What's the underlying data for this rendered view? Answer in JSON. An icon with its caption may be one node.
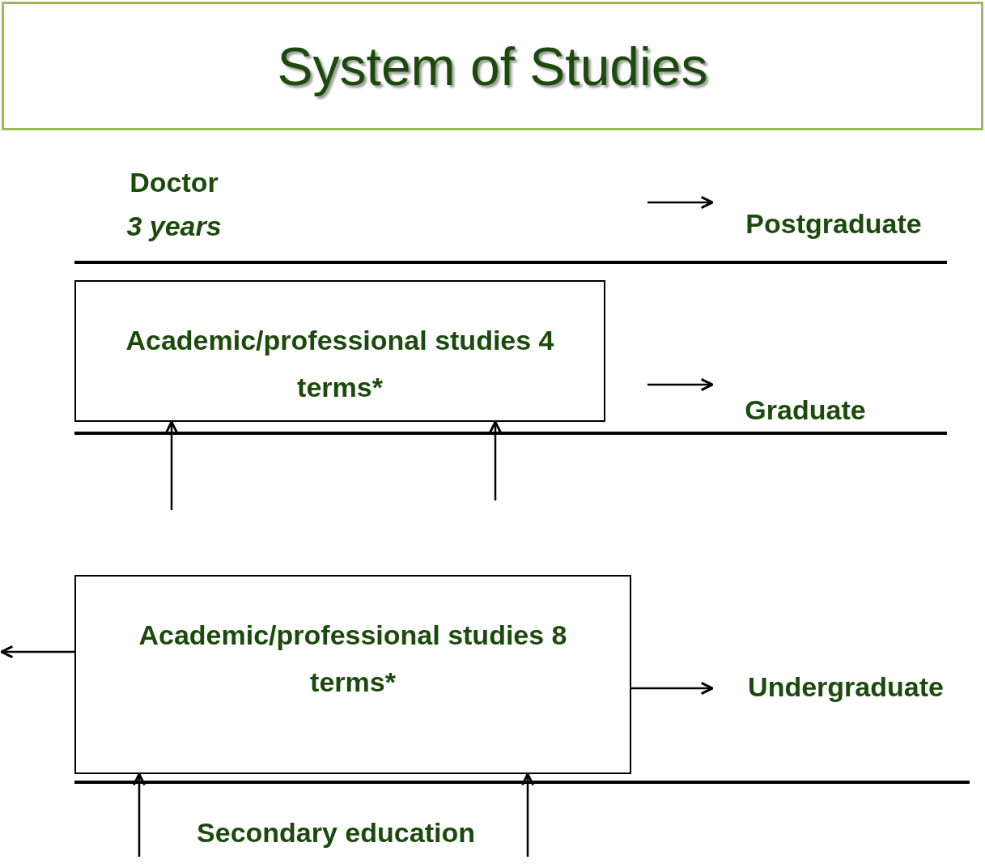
{
  "diagram": {
    "title": "System of Studies",
    "nodes": [
      {
        "text": [
          "Doctor",
          "3 years"
        ]
      },
      {
        "text": [
          "Postgraduate"
        ]
      },
      {
        "text": [
          "Academic/professional studies 4 terms*"
        ]
      },
      {
        "text": [
          "Graduate"
        ]
      },
      {
        "text": [
          "Academic/professional studies 8 terms*"
        ]
      },
      {
        "text": [
          "Undergraduate"
        ]
      },
      {
        "text": [
          "Secondary education"
        ]
      }
    ],
    "edges": [
      {
        "from": null,
        "to": 1,
        "arrow": "to"
      },
      {
        "from": null,
        "to": 3,
        "arrow": "to"
      },
      {
        "from": 4,
        "to": 5,
        "arrow": "to"
      },
      {
        "from": null,
        "to": 2,
        "arrow": "to"
      },
      {
        "from": null,
        "to": 2,
        "arrow": "to"
      },
      {
        "from": 4,
        "to": null,
        "arrow": "to"
      },
      {
        "from": null,
        "to": 4,
        "arrow": "to"
      },
      {
        "from": null,
        "to": 4,
        "arrow": "to"
      }
    ]
  }
}
